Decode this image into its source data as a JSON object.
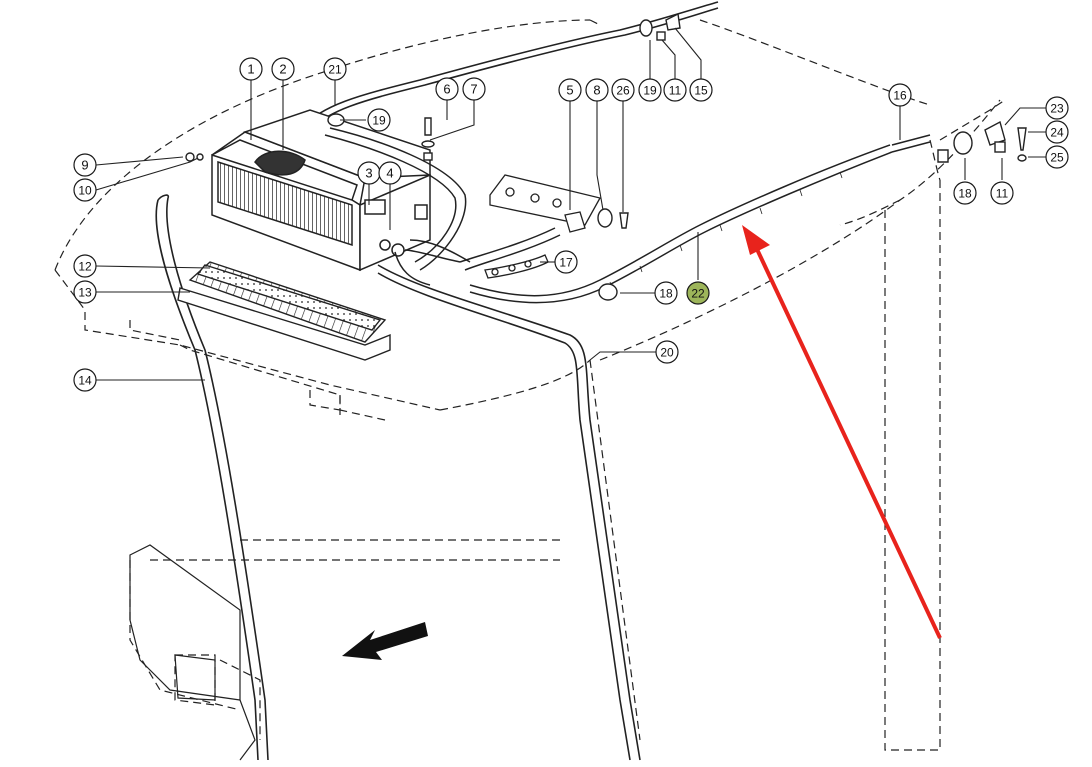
{
  "callouts": [
    {
      "id": "c1",
      "label": "1"
    },
    {
      "id": "c2",
      "label": "2"
    },
    {
      "id": "c21",
      "label": "21"
    },
    {
      "id": "c6",
      "label": "6"
    },
    {
      "id": "c7",
      "label": "7"
    },
    {
      "id": "c5",
      "label": "5"
    },
    {
      "id": "c8",
      "label": "8"
    },
    {
      "id": "c26",
      "label": "26"
    },
    {
      "id": "c19a",
      "label": "19"
    },
    {
      "id": "c11a",
      "label": "11"
    },
    {
      "id": "c15",
      "label": "15"
    },
    {
      "id": "c16",
      "label": "16"
    },
    {
      "id": "c23",
      "label": "23"
    },
    {
      "id": "c24",
      "label": "24"
    },
    {
      "id": "c25",
      "label": "25"
    },
    {
      "id": "c18a",
      "label": "18"
    },
    {
      "id": "c11b",
      "label": "11"
    },
    {
      "id": "c9",
      "label": "9"
    },
    {
      "id": "c10",
      "label": "10"
    },
    {
      "id": "c19b",
      "label": "19"
    },
    {
      "id": "c3",
      "label": "3"
    },
    {
      "id": "c4",
      "label": "4"
    },
    {
      "id": "c12",
      "label": "12"
    },
    {
      "id": "c13",
      "label": "13"
    },
    {
      "id": "c17",
      "label": "17"
    },
    {
      "id": "c18b",
      "label": "18"
    },
    {
      "id": "c22",
      "label": "22",
      "highlighted": true
    },
    {
      "id": "c20",
      "label": "20"
    },
    {
      "id": "c14",
      "label": "14"
    }
  ],
  "colors": {
    "line": "#1a1a1a",
    "highlight_fill": "#9db55a",
    "pointer_arrow": "#e8231c"
  },
  "icons": {
    "pointer": "red-pointer-arrow",
    "direction": "direction-arrow"
  }
}
